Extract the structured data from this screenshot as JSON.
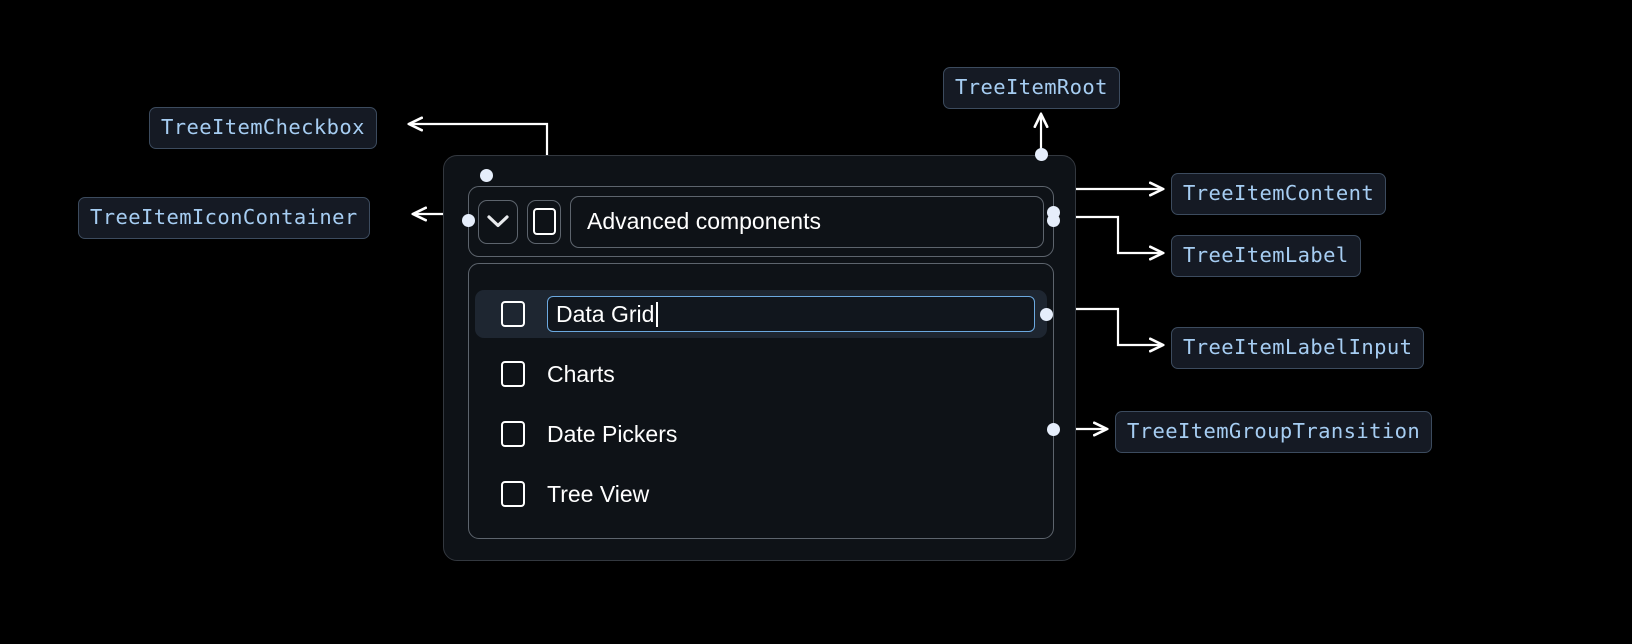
{
  "theme": {
    "page_background": "#000000",
    "chip_background": "#151a24",
    "chip_border": "#3c4b5e",
    "chip_text": "#a6cdf2",
    "widget_background": "#0e1217",
    "widget_border": "#5d646d",
    "selected_row_background": "#1e2631",
    "input_border_focus": "#6ca9e0",
    "text_primary": "#ffffff",
    "connector_color": "#ffffff",
    "dot_color": "#e6eefb"
  },
  "annotations": [
    {
      "id": "tree-item-checkbox",
      "label": "TreeItemCheckbox"
    },
    {
      "id": "tree-item-icon-container",
      "label": "TreeItemIconContainer"
    },
    {
      "id": "tree-item-root",
      "label": "TreeItemRoot"
    },
    {
      "id": "tree-item-content",
      "label": "TreeItemContent"
    },
    {
      "id": "tree-item-label",
      "label": "TreeItemLabel"
    },
    {
      "id": "tree-item-label-input",
      "label": "TreeItemLabelInput"
    },
    {
      "id": "tree-item-group-transition",
      "label": "TreeItemGroupTransition"
    }
  ],
  "tree": {
    "expand_icon": "chevron-down-icon",
    "root_checkbox_icon": "checkbox-unchecked-icon",
    "root_label": "Advanced components",
    "children": [
      {
        "label": "Data Grid",
        "editing": true,
        "selected": true,
        "checkbox_icon": "checkbox-unchecked-icon"
      },
      {
        "label": "Charts",
        "editing": false,
        "selected": false,
        "checkbox_icon": "checkbox-unchecked-icon"
      },
      {
        "label": "Date Pickers",
        "editing": false,
        "selected": false,
        "checkbox_icon": "checkbox-unchecked-icon"
      },
      {
        "label": "Tree View",
        "editing": false,
        "selected": false,
        "checkbox_icon": "checkbox-unchecked-icon"
      }
    ]
  }
}
